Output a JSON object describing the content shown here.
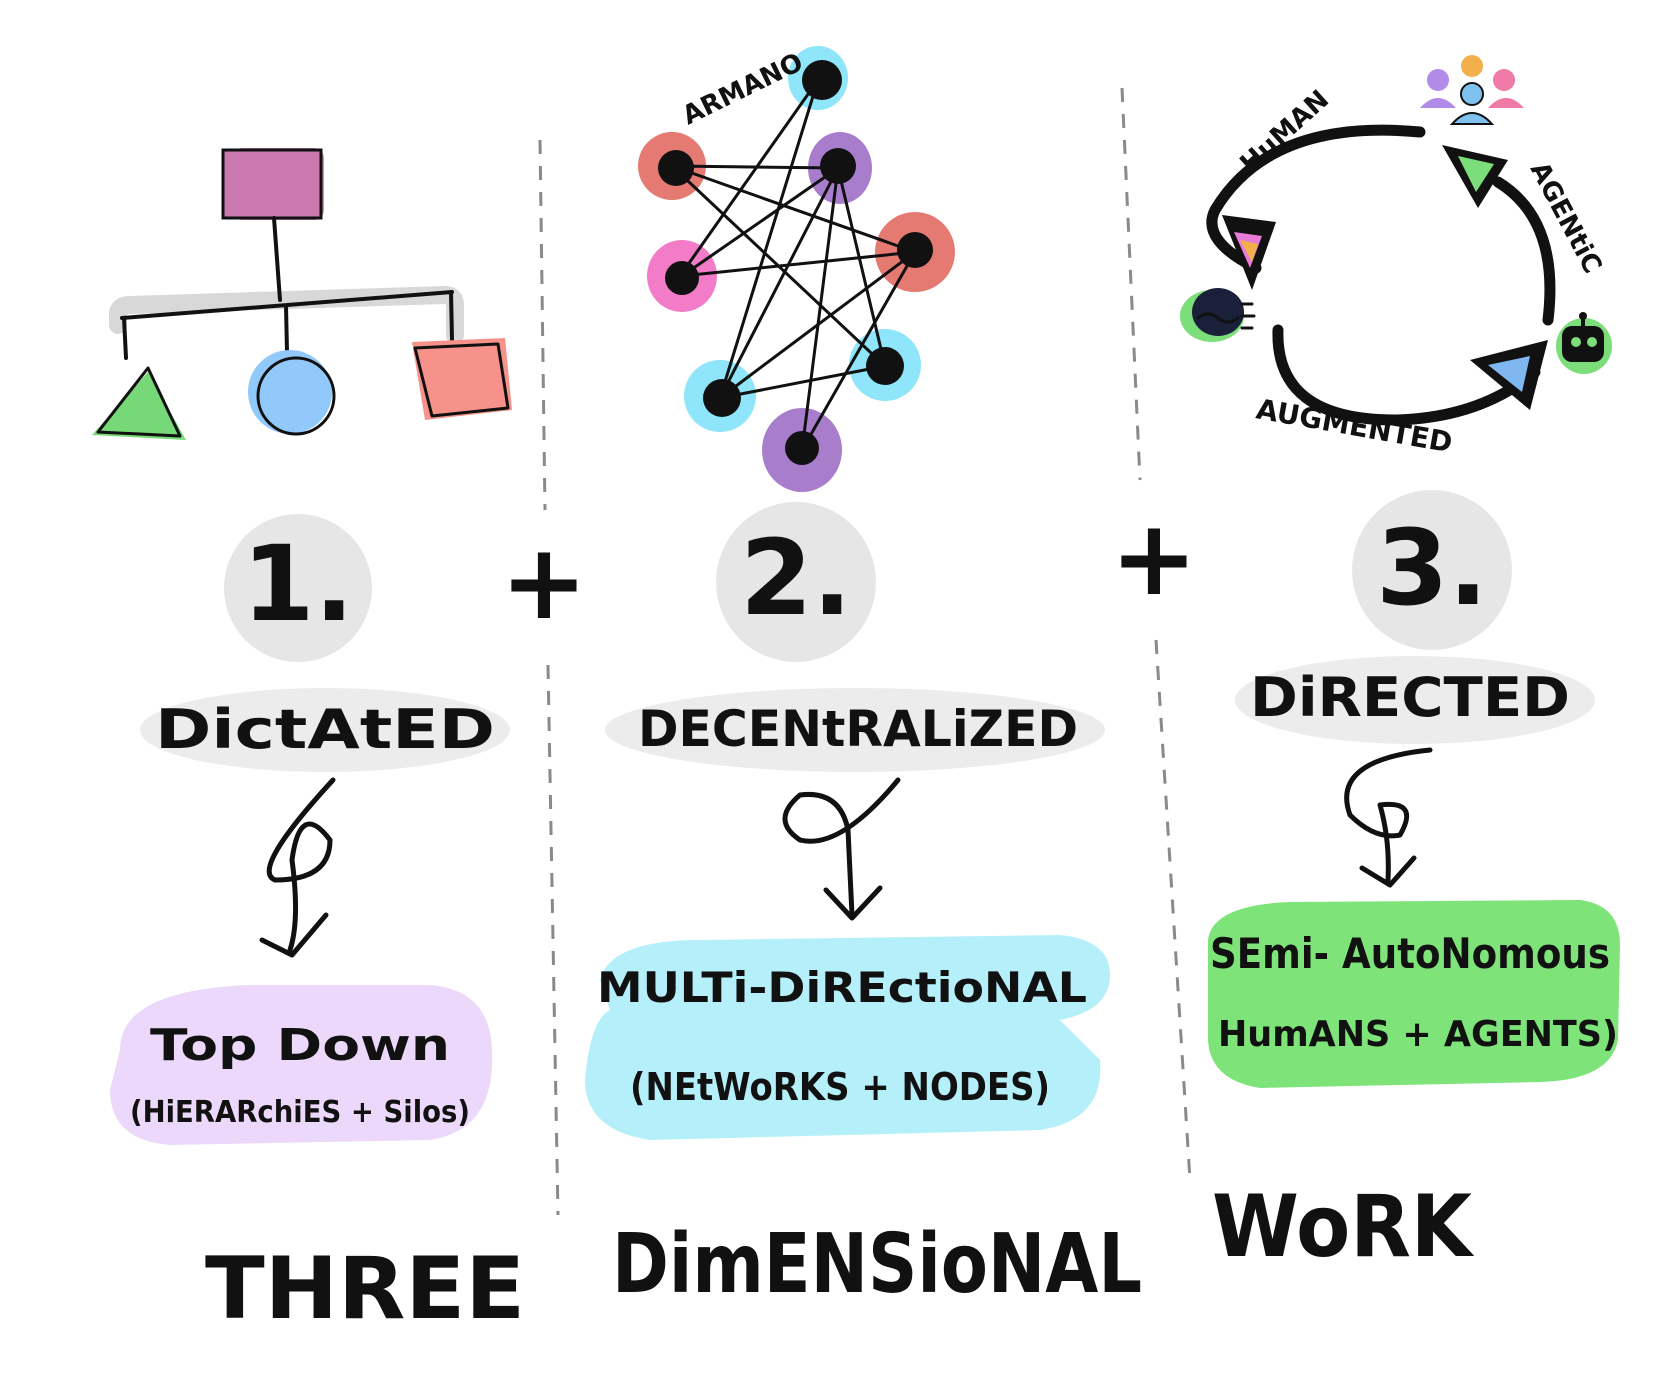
{
  "signature": "ARMANO",
  "columns": [
    {
      "number": "1.",
      "mode": "DictAtED",
      "result_line1": "Top Down",
      "result_line2": "(HiERARchiES + Silos)",
      "colors": {
        "top": "#cc79b0",
        "triangle": "#76d877",
        "circle": "#92c9fb",
        "square": "#f7928a",
        "result_bg": "#ecd8fa"
      }
    },
    {
      "number": "2.",
      "mode": "DECENtRALiZED",
      "result_line1": "MULTi-DiREctioNAL",
      "result_line2": "(NEtWoRKS + NODES)",
      "colors": {
        "red": "#e57a72",
        "purple": "#a87dcb",
        "pink": "#f27cc8",
        "cyan": "#8fe5f9",
        "result_bg": "#b4effa"
      }
    },
    {
      "number": "3.",
      "mode": "DiRECTED",
      "result_line1": "SEmi- AutoNomous",
      "result_line2": "HumANS + AGENTS)",
      "cycle_labels": {
        "human": "HuMAN",
        "agentic": "AGENtiC",
        "augmented": "AUGMENTED"
      },
      "colors": {
        "green": "#7bde7a",
        "blue": "#7fb8f0",
        "result_bg": "#7ee47a"
      }
    }
  ],
  "operator": "+",
  "footer": {
    "word1": "THREE",
    "word2": "DimENSioNAL",
    "word3": "WoRK"
  },
  "icons": [
    "org-chart-icon",
    "network-graph-icon",
    "cycle-arrows-icon",
    "people-group-icon",
    "brain-icon",
    "robot-icon"
  ],
  "palette": {
    "ink": "#111111",
    "badge": "#e6e6e6",
    "divider": "#8a8a8a"
  }
}
